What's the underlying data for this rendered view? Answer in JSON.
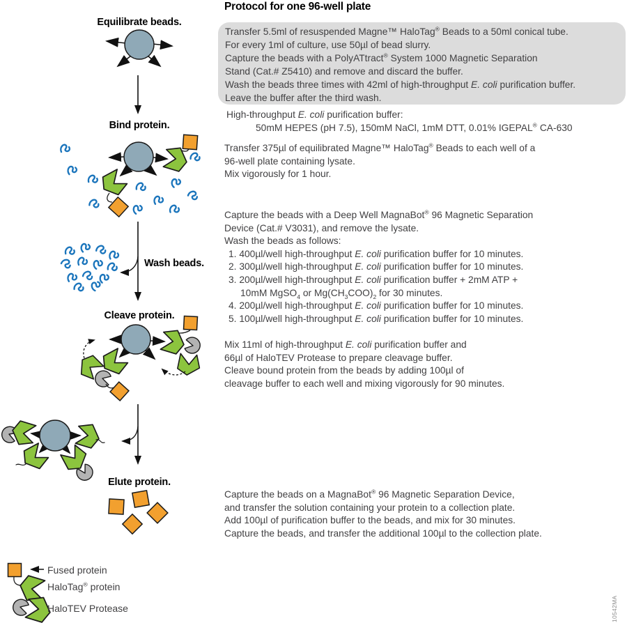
{
  "title": "Protocol for one 96-well plate",
  "watermark": "10542MA",
  "colors": {
    "bead": "#8FA9B7",
    "halotag_green": "#8CC43E",
    "fused_orange": "#F2A02F",
    "protease_gray": "#B3B3B3",
    "contaminant_blue": "#1B75BC",
    "note_box": "#DCDCDC",
    "body_text": "#414042"
  },
  "flow": {
    "equilibrate_label": "Equilibrate beads.",
    "bind_label": "Bind protein.",
    "wash_label": "Wash beads.",
    "cleave_label": "Cleave protein.",
    "elute_label": "Elute protein."
  },
  "legend": {
    "fused": "Fused protein",
    "halotag": "HaloTag<sup>®</sup> protein",
    "halotev": "HaloTEV Protease"
  },
  "protocol": {
    "equilibrate_box": [
      "Transfer 5.5ml of resuspended Magne™ HaloTag<sup>®</sup> Beads to a 50ml conical tube.",
      "For every 1ml of culture, use 50µl of bead slurry.",
      "Capture the beads with a PolyATtract<sup>®</sup> System 1000 Magnetic Separation",
      "Stand (Cat.# Z5410) and remove and discard the buffer.",
      "Wash the beads three times with 42ml of high-throughput <i>E. coli</i> purification buffer.",
      "Leave the buffer after the third wash."
    ],
    "buffer_note": [
      "High-throughput <i>E. coli</i> purification buffer:",
      {
        "html": "50mM HEPES (pH 7.5), 150mM NaCl, 1mM DTT, 0.01% IGEPAL<sup>®</sup> CA-630",
        "indent": 42
      }
    ],
    "bind_step": [
      "Transfer 375µl of equilibrated Magne™ HaloTag<sup>®</sup> Beads to each well of a",
      "96-well plate containing lysate.",
      "Mix vigorously for 1 hour."
    ],
    "wash_step": [
      "Capture the beads with a Deep Well MagnaBot<sup>®</sup> 96 Magnetic Separation",
      "Device (Cat.# V3031), and remove the lysate.",
      "Wash the beads as follows:",
      {
        "html": "1. 400µl/well high-throughput <i>E. coli</i> purification buffer for 10 minutes.",
        "indent": 6
      },
      {
        "html": "2. 300µl/well high-throughput <i>E. coli</i> purification buffer for 10 minutes.",
        "indent": 6
      },
      {
        "html": "3. 200µl/well high-throughput <i>E. coli</i> purification buffer + 2mM ATP +",
        "indent": 6
      },
      {
        "html": "10mM MgSO<sub>4</sub> or Mg(CH<sub>3</sub>COO)<sub>2</sub> for 30 minutes.",
        "indent": 23
      },
      {
        "html": "4. 200µl/well high-throughput <i>E. coli</i> purification buffer for 10 minutes.",
        "indent": 6
      },
      {
        "html": "5. 100µl/well high-throughput <i>E. coli</i> purification buffer for 10 minutes.",
        "indent": 6
      }
    ],
    "cleave_step": [
      "Mix 11ml of high-throughput <i>E. coli</i> purification buffer and",
      "66µl of HaloTEV Protease to prepare cleavage buffer.",
      "Cleave bound protein from the beads by adding 100µl of",
      "cleavage buffer to each well and mixing vigorously for 90 minutes."
    ],
    "elute_step": [
      "Capture the beads on a MagnaBot<sup>®</sup> 96 Magnetic Separation Device,",
      "and transfer the solution containing your protein to a collection plate.",
      "Add 100µl of purification buffer to the beads, and mix for 30 minutes.",
      "Capture the beads, and transfer the additional 100µl to the collection plate."
    ]
  }
}
